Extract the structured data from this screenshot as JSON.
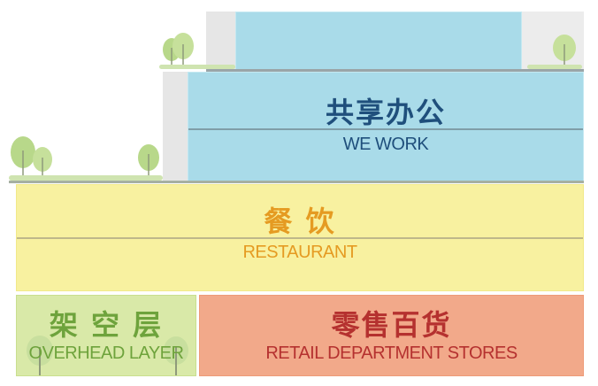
{
  "zones": {
    "cowork": {
      "label_cn": "共享办公",
      "label_en": "WE WORK"
    },
    "restaurant": {
      "label_cn": "餐 饮",
      "label_en": "RESTAURANT"
    },
    "overhead": {
      "label_cn": "架 空 层",
      "label_en": "OVERHEAD LAYER"
    },
    "retail": {
      "label_cn": "零售百货",
      "label_en": "RETAIL DEPARTMENT STORES"
    }
  },
  "colors": {
    "cowork_fill": "#a9dbe9",
    "cowork_text": "#1f4f7c",
    "restaurant_fill": "#f8f1a0",
    "restaurant_text": "#e59b22",
    "overhead_fill": "#d9e9a8",
    "overhead_text": "#6ea33c",
    "retail_fill": "#f2a98a",
    "retail_text": "#b5312f",
    "core_grey": "#e6e6e6",
    "tree_green": "#b8d88a",
    "grass": "#cfe4b0"
  },
  "icons": [
    "tree-icon",
    "grass-strip"
  ]
}
